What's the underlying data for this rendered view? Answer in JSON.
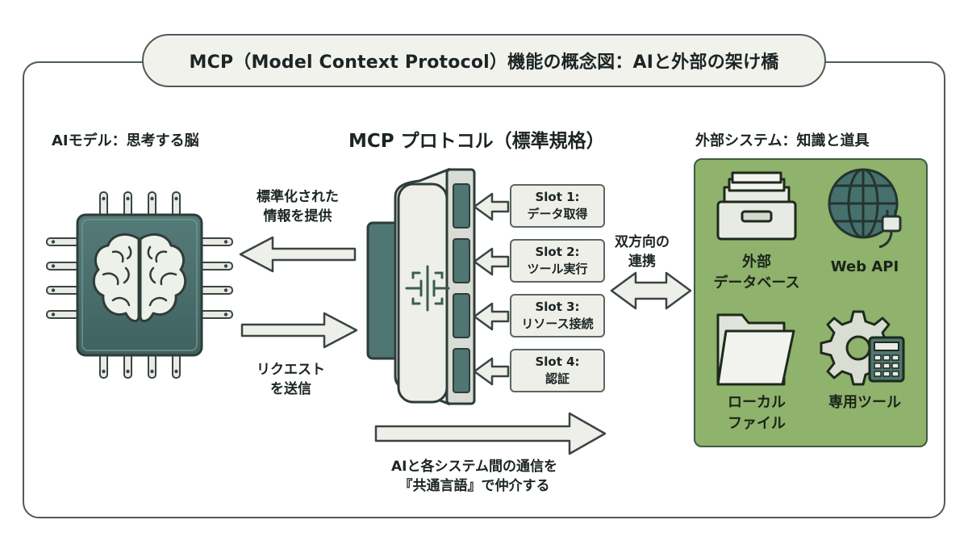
{
  "title": "MCP（Model Context Protocol）機能の概念図：AIと外部の架け橋",
  "ai_model": {
    "heading": "AIモデル：思考する脳",
    "icon": "brain-chip-icon"
  },
  "mcp": {
    "heading": "MCP プロトコル（標準規格）",
    "icon": "connector-hub-icon",
    "slots": [
      {
        "title": "Slot 1:",
        "subtitle": "データ取得"
      },
      {
        "title": "Slot 2:",
        "subtitle": "ツール実行"
      },
      {
        "title": "Slot 3:",
        "subtitle": "リソース接続"
      },
      {
        "title": "Slot 4:",
        "subtitle": "認証"
      }
    ]
  },
  "flows": {
    "to_ai": {
      "line1": "標準化された",
      "line2": "情報を提供"
    },
    "from_ai": {
      "line1": "リクエスト",
      "line2": "を送信"
    },
    "bidirectional": {
      "line1": "双方向の",
      "line2": "連携"
    },
    "bottom": {
      "line1": "AIと各システム間の通信を",
      "line2": "『共通言語』で仲介する"
    }
  },
  "external": {
    "heading": "外部システム：知識と道具",
    "panel_color": "#8fb26c",
    "items": [
      {
        "line1": "外部",
        "line2": "データベース",
        "icon": "database-drawer-icon"
      },
      {
        "line1": "Web API",
        "line2": "",
        "icon": "globe-plug-icon"
      },
      {
        "line1": "ローカル",
        "line2": "ファイル",
        "icon": "folder-icon"
      },
      {
        "line1": "専用ツール",
        "line2": "",
        "icon": "gear-calculator-icon"
      }
    ]
  },
  "colors": {
    "chip": "#4d7370",
    "accent_dark": "#3c5c59",
    "arrow_fill": "#eeefe8",
    "outline": "#3a4542"
  }
}
